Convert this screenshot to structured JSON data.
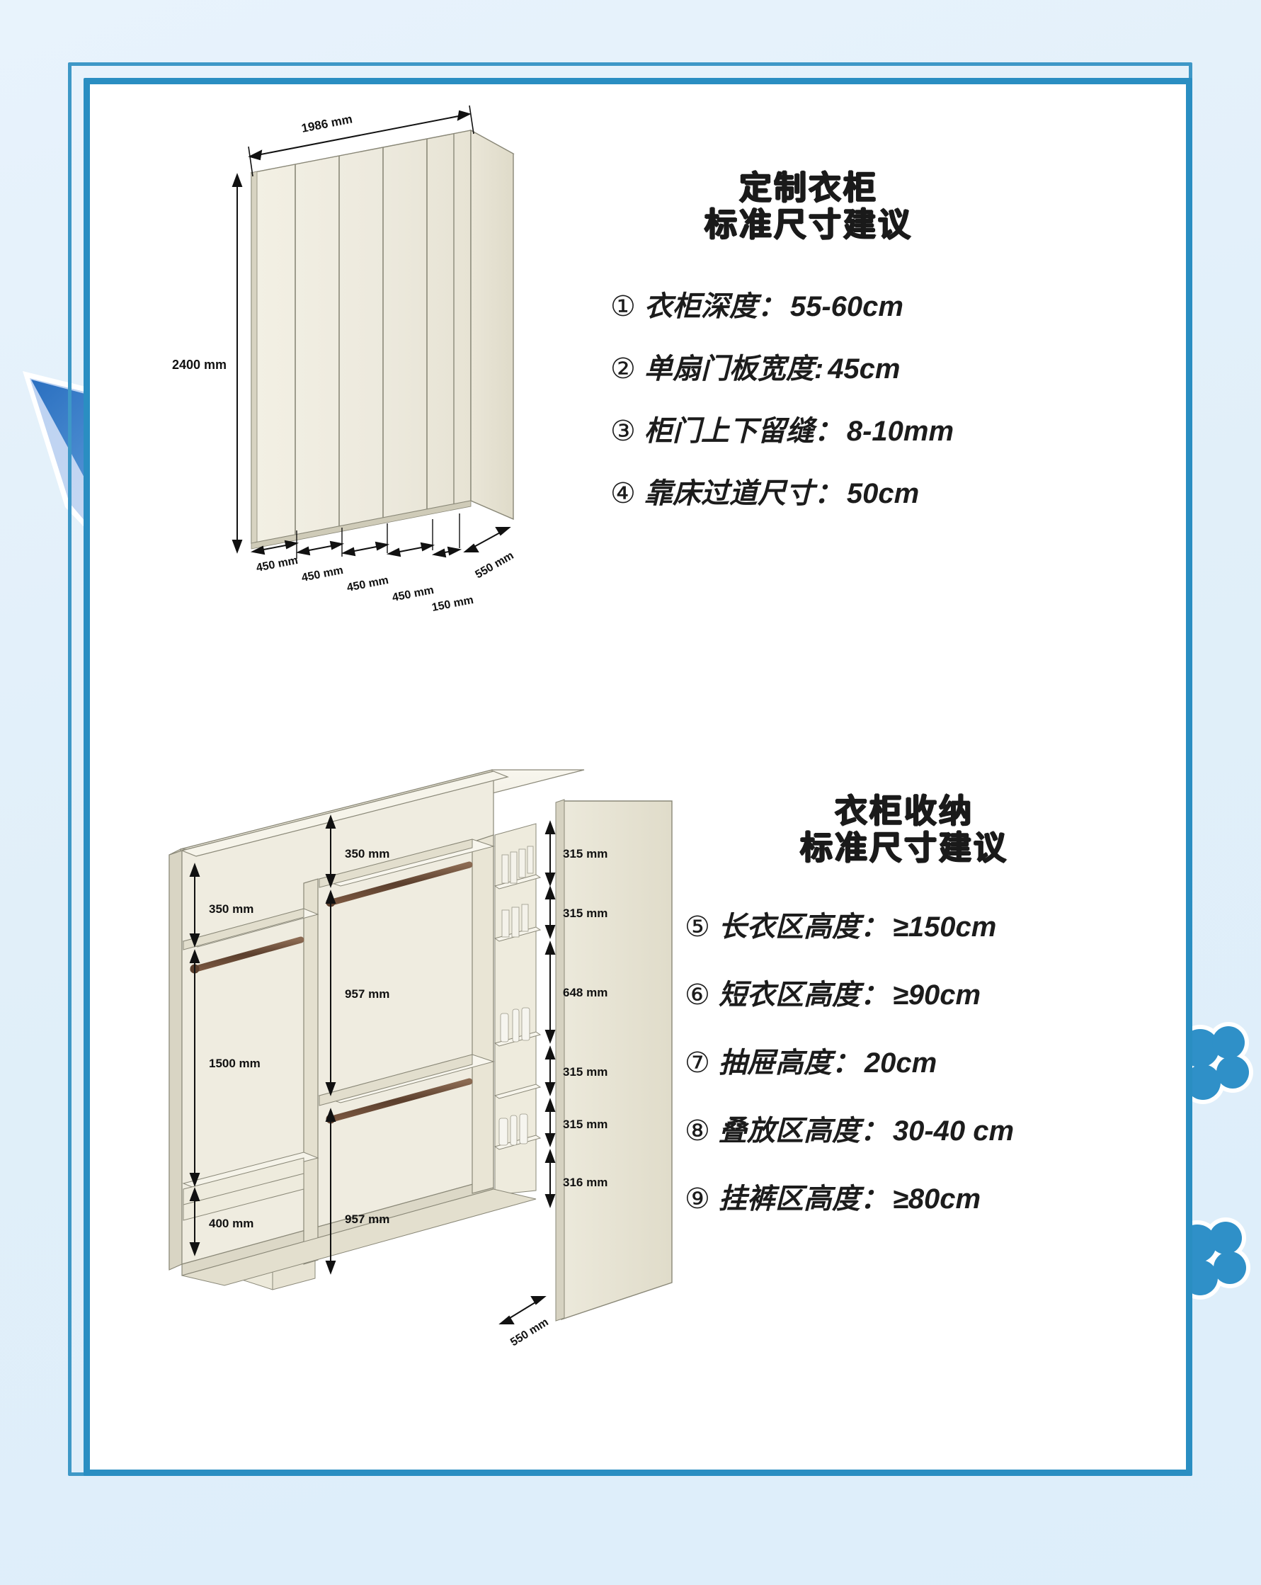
{
  "theme": {
    "page_bg": "#e3f1fb",
    "frame_color": "#2a8ec2",
    "frame_outline": "#3e98c7",
    "accent_blue": "#2a8ec2",
    "panel_bg": "#ffffff",
    "wood_light": "#efece0",
    "wood_mid": "#e6e2d2",
    "wood_dark": "#d8d4c2",
    "rod_color": "#6b4c3a",
    "text_color": "#1c1c1c"
  },
  "panel_1": {
    "title_line1": "定制衣柜",
    "title_line2": "标准尺寸建议",
    "items": [
      {
        "num": "①",
        "label": "衣柜深度：",
        "value": "55-60cm"
      },
      {
        "num": "②",
        "label": "单扇门板宽度:",
        "value": "45cm"
      },
      {
        "num": "③",
        "label": "柜门上下留缝：",
        "value": "8-10mm"
      },
      {
        "num": "④",
        "label": "靠床过道尺寸：",
        "value": "50cm"
      }
    ]
  },
  "panel_2": {
    "title_line1": "衣柜收纳",
    "title_line2": "标准尺寸建议",
    "items": [
      {
        "num": "⑤",
        "label": "长衣区高度：",
        "value": "≥150cm"
      },
      {
        "num": "⑥",
        "label": "短衣区高度：",
        "value": "≥90cm"
      },
      {
        "num": "⑦",
        "label": "抽屉高度：",
        "value": "20cm"
      },
      {
        "num": "⑧",
        "label": "叠放区高度：",
        "value": "30-40 cm"
      },
      {
        "num": "⑨",
        "label": "挂裤区高度：",
        "value": "≥80cm"
      }
    ]
  },
  "drawing_1": {
    "caption": "closed-wardrobe-elevation",
    "dims": {
      "width_total": "1986 mm",
      "height_total": "2400 mm",
      "door_1": "450 mm",
      "door_2": "450 mm",
      "door_3": "450 mm",
      "door_4": "450 mm",
      "side_panel": "150 mm",
      "depth": "550 mm"
    }
  },
  "drawing_2": {
    "caption": "open-wardrobe-interior",
    "dims": {
      "left_top_shelf": "350 mm",
      "mid_top_shelf": "350 mm",
      "long_hang": "1500 mm",
      "short_hang_upper": "957 mm",
      "short_hang_lower": "957 mm",
      "drawer": "400 mm",
      "side_shelf_1": "315 mm",
      "side_shelf_2": "315 mm",
      "side_shelf_3": "648 mm",
      "side_shelf_4": "315 mm",
      "side_shelf_5": "315 mm",
      "side_shelf_6": "316 mm",
      "depth": "550 mm"
    }
  }
}
